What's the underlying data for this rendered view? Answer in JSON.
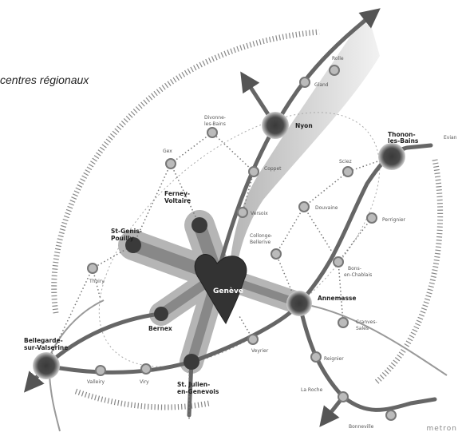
{
  "caption": "centres régionaux",
  "credit": "metron",
  "center": {
    "name": "Genève"
  },
  "major_centres": [
    {
      "id": "nyon",
      "label": [
        "Nyon"
      ]
    },
    {
      "id": "thonon",
      "label": [
        "Thonon-",
        "les-Bains"
      ]
    },
    {
      "id": "ferney",
      "label": [
        "Ferney-",
        "Voltaire"
      ]
    },
    {
      "id": "stgenis",
      "label": [
        "St-Genis-",
        "Pouilly"
      ]
    },
    {
      "id": "annemasse",
      "label": [
        "Annemasse"
      ]
    },
    {
      "id": "bernex",
      "label": [
        "Bernex"
      ]
    },
    {
      "id": "stjulien",
      "label": [
        "St. Julien-",
        "en-Genevois"
      ]
    },
    {
      "id": "bellegarde",
      "label": [
        "Bellegarde-",
        "sur-Valserine"
      ]
    }
  ],
  "minor_places": [
    {
      "id": "rolle",
      "label": [
        "Rolle"
      ]
    },
    {
      "id": "gland",
      "label": [
        "Gland"
      ]
    },
    {
      "id": "divonne",
      "label": [
        "Divonne-",
        "les-Bains"
      ]
    },
    {
      "id": "gex",
      "label": [
        "Gex"
      ]
    },
    {
      "id": "coppet",
      "label": [
        "Coppet"
      ]
    },
    {
      "id": "versoix",
      "label": [
        "Versoix"
      ]
    },
    {
      "id": "sciez",
      "label": [
        "Sciez"
      ]
    },
    {
      "id": "douvaine",
      "label": [
        "Douvaine"
      ]
    },
    {
      "id": "perrignier",
      "label": [
        "Perrignier"
      ]
    },
    {
      "id": "collonge",
      "label": [
        "Collonge-",
        "Bellerive"
      ]
    },
    {
      "id": "thoiry",
      "label": [
        "Thoiry"
      ]
    },
    {
      "id": "bons",
      "label": [
        "Bons-",
        "en-Chablais"
      ]
    },
    {
      "id": "cranves",
      "label": [
        "Cranves-",
        "Sales"
      ]
    },
    {
      "id": "veyrier",
      "label": [
        "Veyrier"
      ]
    },
    {
      "id": "reignier",
      "label": [
        "Reignier"
      ]
    },
    {
      "id": "laroche",
      "label": [
        "La Roche"
      ]
    },
    {
      "id": "bonneville",
      "label": [
        "Bonneville"
      ]
    },
    {
      "id": "vallery",
      "label": [
        "Valleiry"
      ]
    },
    {
      "id": "viry",
      "label": [
        "Viry"
      ]
    },
    {
      "id": "evian",
      "label": [
        "Evian"
      ]
    }
  ]
}
